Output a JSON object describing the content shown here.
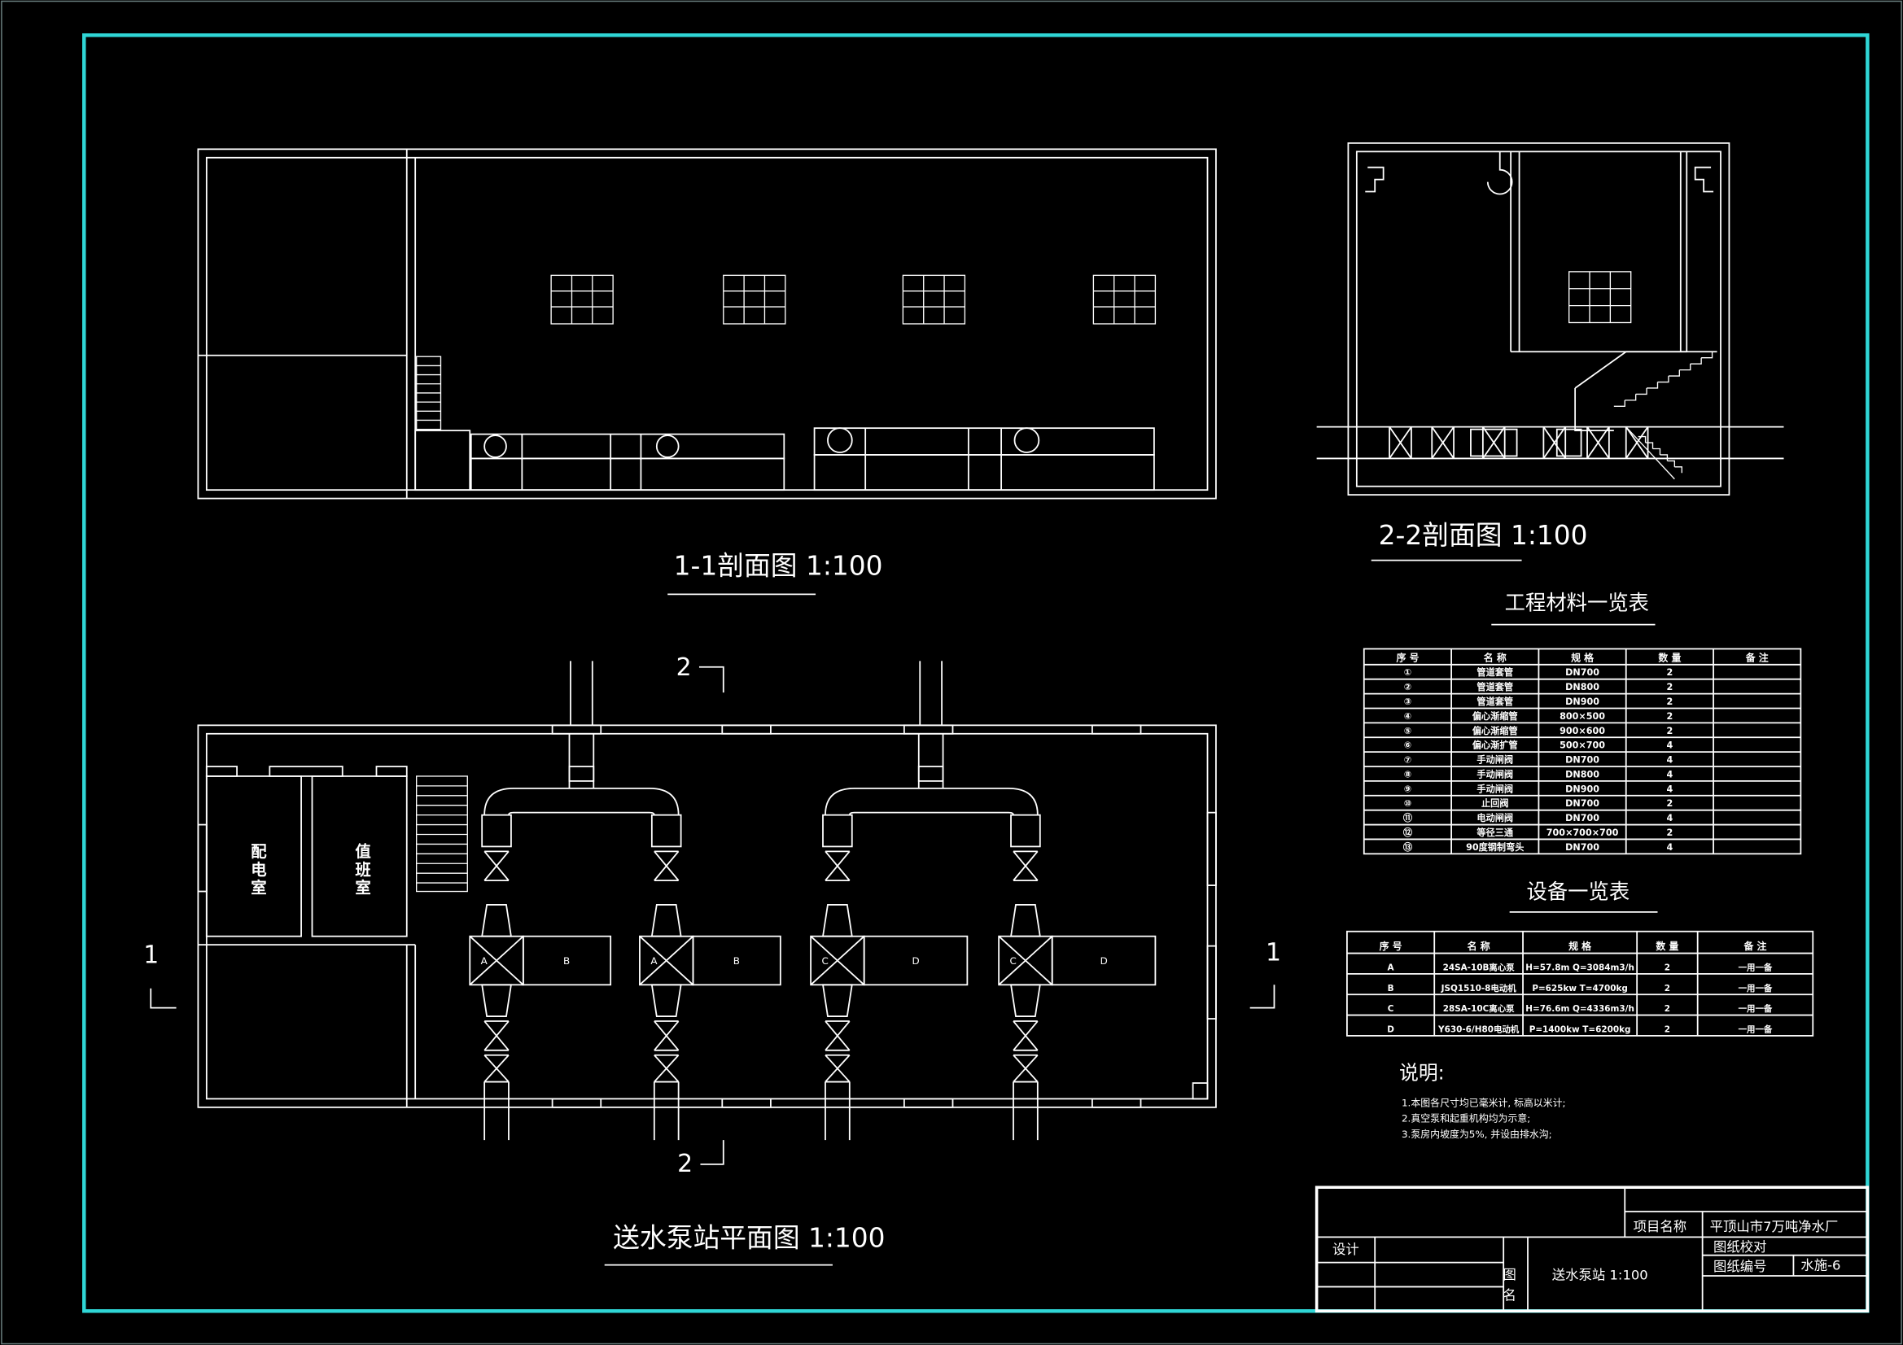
{
  "drawing": {
    "section_1": {
      "title": "1-1剖面图 1:100"
    },
    "section_2": {
      "title": "2-2剖面图 1:100"
    },
    "plan": {
      "title": "送水泵站平面图 1:100",
      "room_1": "配电室",
      "room_2": "值班室",
      "cut_marks": {
        "section_1": "1",
        "section_2": "2"
      },
      "pump_labels": [
        {
          "pump": "A",
          "motor": "B"
        },
        {
          "pump": "A",
          "motor": "B"
        },
        {
          "pump": "C",
          "motor": "D"
        },
        {
          "pump": "C",
          "motor": "D"
        }
      ]
    },
    "materials_table": {
      "title": "工程材料一览表",
      "headers": [
        "序 号",
        "名 称",
        "规 格",
        "数 量",
        "备 注"
      ],
      "rows": [
        [
          "①",
          "管道套管",
          "DN700",
          "2",
          ""
        ],
        [
          "②",
          "管道套管",
          "DN800",
          "2",
          ""
        ],
        [
          "③",
          "管道套管",
          "DN900",
          "2",
          ""
        ],
        [
          "④",
          "偏心渐缩管",
          "800×500",
          "2",
          ""
        ],
        [
          "⑤",
          "偏心渐缩管",
          "900×600",
          "2",
          ""
        ],
        [
          "⑥",
          "偏心渐扩管",
          "500×700",
          "4",
          ""
        ],
        [
          "⑦",
          "手动闸阀",
          "DN700",
          "4",
          ""
        ],
        [
          "⑧",
          "手动闸阀",
          "DN800",
          "4",
          ""
        ],
        [
          "⑨",
          "手动闸阀",
          "DN900",
          "4",
          ""
        ],
        [
          "⑩",
          "止回阀",
          "DN700",
          "2",
          ""
        ],
        [
          "⑪",
          "电动闸阀",
          "DN700",
          "4",
          ""
        ],
        [
          "⑫",
          "等径三通",
          "700×700×700",
          "2",
          ""
        ],
        [
          "⑬",
          "90度钢制弯头",
          "DN700",
          "4",
          ""
        ]
      ]
    },
    "equipment_table": {
      "title": "设备一览表",
      "headers": [
        "序 号",
        "名 称",
        "规 格",
        "数 量",
        "备 注"
      ],
      "rows": [
        [
          "A",
          "24SA-10B离心泵",
          "H=57.8m Q=3084m3/h",
          "2",
          "一用一备"
        ],
        [
          "B",
          "JSQ1510-8电动机",
          "P=625kw T=4700kg",
          "2",
          "一用一备"
        ],
        [
          "C",
          "28SA-10C离心泵",
          "H=76.6m Q=4336m3/h",
          "2",
          "一用一备"
        ],
        [
          "D",
          "Y630-6/H80电动机",
          "P=1400kw T=6200kg",
          "2",
          "一用一备"
        ]
      ]
    },
    "notes": {
      "title": "说明:",
      "items": [
        "1.本图各尺寸均已毫米计, 标高以米计;",
        "2.真空泵和起重机构均为示意;",
        "3.泵房内坡度为5%, 并设由排水沟;"
      ]
    },
    "title_block": {
      "project_label": "项目名称",
      "project_name": "平顶山市7万吨净水厂",
      "design_label": "设计",
      "drawing_name_label": "图名",
      "drawing_name": "送水泵站 1:100",
      "check_label": "图纸校对",
      "number_label": "图纸编号",
      "number": "水施-6"
    }
  },
  "colors": {
    "frame": "#2fd6d6",
    "line": "#ffffff",
    "background": "#000000"
  }
}
